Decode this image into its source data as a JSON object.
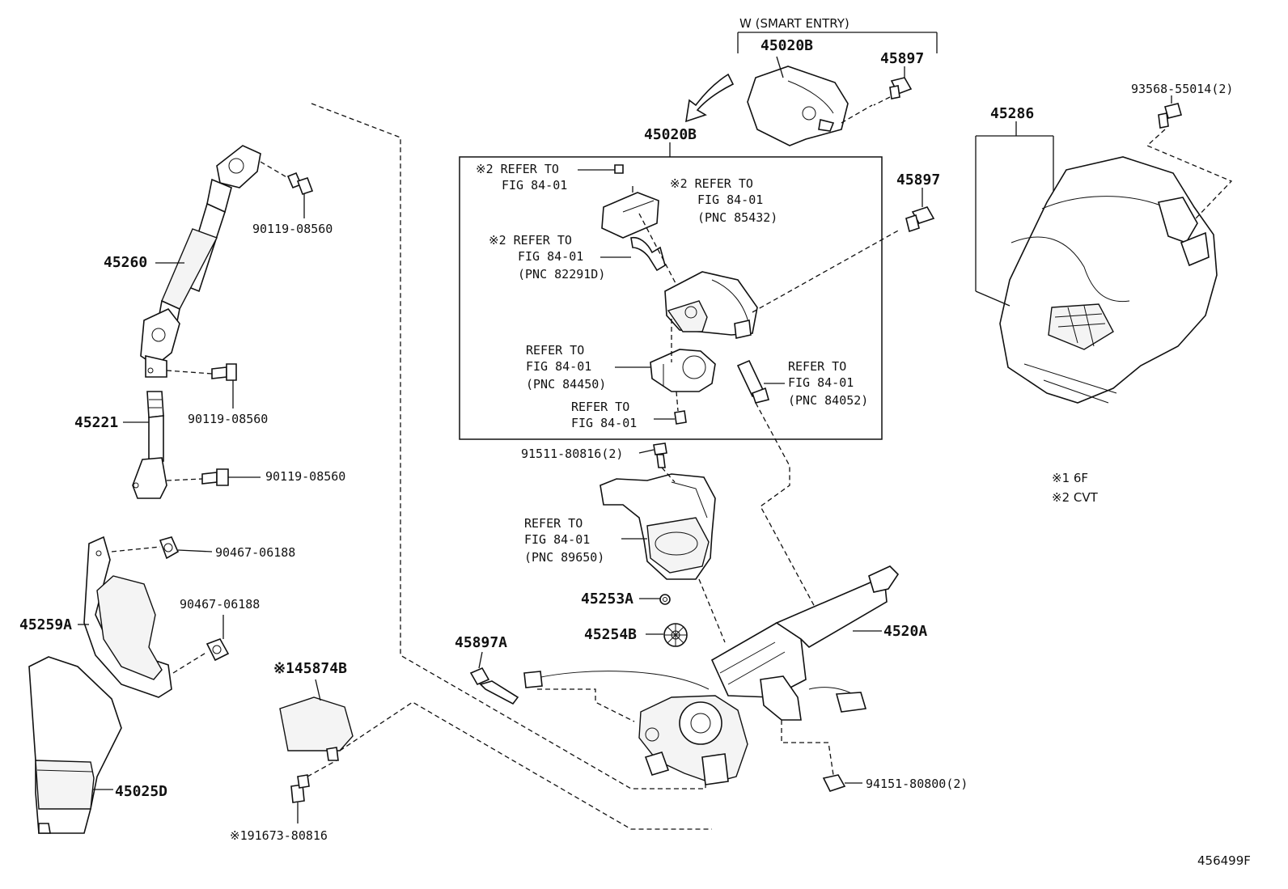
{
  "diagram_id": "456499F",
  "notes": {
    "note1": "※1 6F",
    "note2": "※2 CVT"
  },
  "smart_entry": {
    "header": "W (SMART ENTRY)",
    "part": "45020B",
    "screw": "45897"
  },
  "inset": {
    "part": "45020B",
    "screw": "45897",
    "ref1": [
      "※2 REFER TO",
      "FIG 84-01"
    ],
    "ref2": [
      "※2 REFER TO",
      "FIG 84-01",
      "(PNC 85432)"
    ],
    "ref3": [
      "※2 REFER TO",
      "FIG 84-01",
      "(PNC 82291D)"
    ],
    "ref4": [
      "REFER TO",
      "FIG 84-01",
      "(PNC 84450)"
    ],
    "ref5": [
      "REFER TO",
      "FIG 84-01",
      "(PNC 84052)"
    ],
    "ref6": [
      "REFER TO",
      "FIG 84-01"
    ]
  },
  "parts": {
    "shaft": "45260",
    "bolt_top": "90119-08560",
    "bolt_mid": "90119-08560",
    "shaft_lower": "45221",
    "bolt_low": "90119-08560",
    "clip1": "90467-06188",
    "clip2": "90467-06188",
    "boot": "45259A",
    "cover_lower": "45025D",
    "pad": "※145874B",
    "bolt_pad": "※191673-80816",
    "bolt_switch": "91511-80816(2)",
    "ref_lock": [
      "REFER TO",
      "FIG 84-01",
      "(PNC 89650)"
    ],
    "washer": "45253A",
    "gear": "45254B",
    "bolt_col": "45897A",
    "column": "4520A",
    "nut": "94151-80800(2)",
    "cover_upper": "45286",
    "screw_cover": "93568-55014(2)"
  }
}
